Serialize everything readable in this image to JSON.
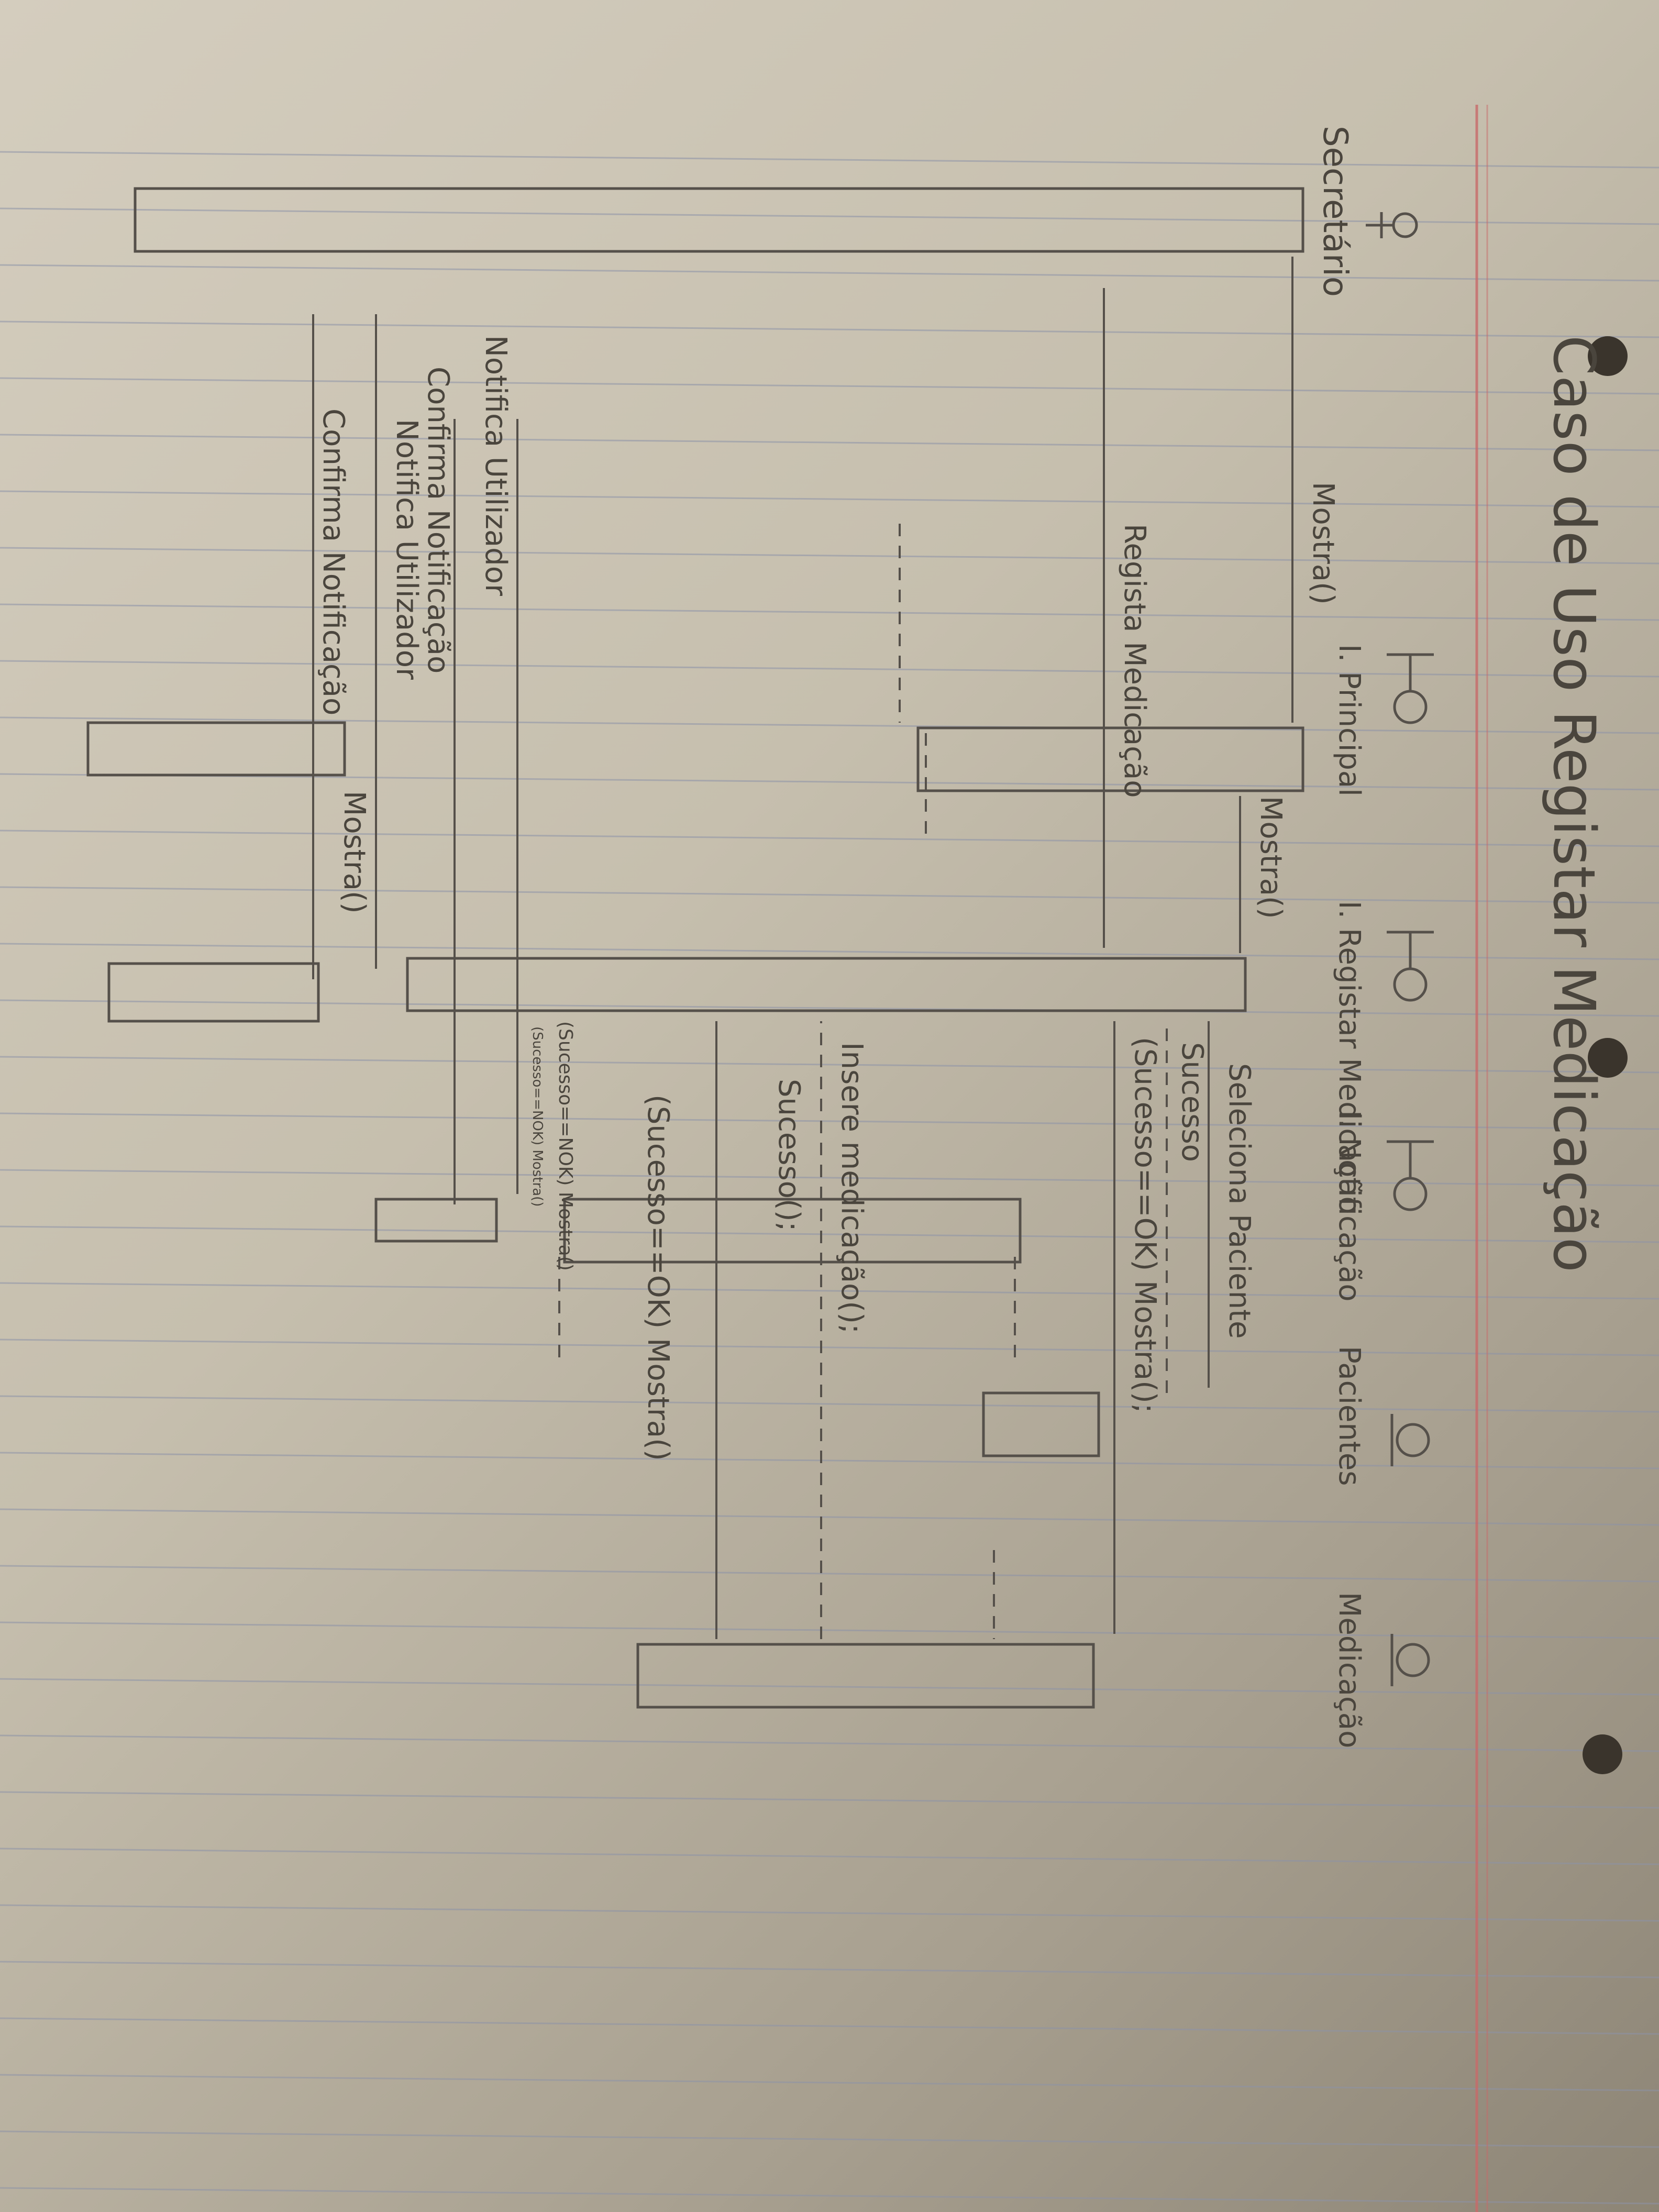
{
  "title": "Caso de Uso Registar Medicação",
  "participants": [
    {
      "id": "secretaria",
      "label": "Secretário",
      "kind": "actor"
    },
    {
      "id": "iprincipal",
      "label": "I. Principal",
      "kind": "boundary"
    },
    {
      "id": "iregistar",
      "label": "I. Registar Medicação",
      "kind": "boundary"
    },
    {
      "id": "inotificacao",
      "label": "I. Notificação",
      "kind": "boundary"
    },
    {
      "id": "pacientes",
      "label": "Pacientes",
      "kind": "entity"
    },
    {
      "id": "medicacao",
      "label": "Medicação",
      "kind": "entity"
    }
  ],
  "messages": {
    "m1": "Mostra()",
    "m2": "Regista Medicação",
    "m3": "Mostra()",
    "m4": "Seleciona Paciente",
    "m5": "Sucesso",
    "m6": "(Sucesso==OK) Mostra();",
    "m7": "Insere medicação();",
    "m8": "Sucesso();",
    "m9": "(Sucesso==OK) Mostra()",
    "m10": "(Sucesso==NOK) Mostra()",
    "m11": "(Sucesso==NOK) Mostra()",
    "m12": "Notifica Utilizador",
    "m13": "Confirma Notificação",
    "m14": "Mostra()",
    "m15": "Notifica Utilizador",
    "m16": "Confirma Notificação"
  }
}
